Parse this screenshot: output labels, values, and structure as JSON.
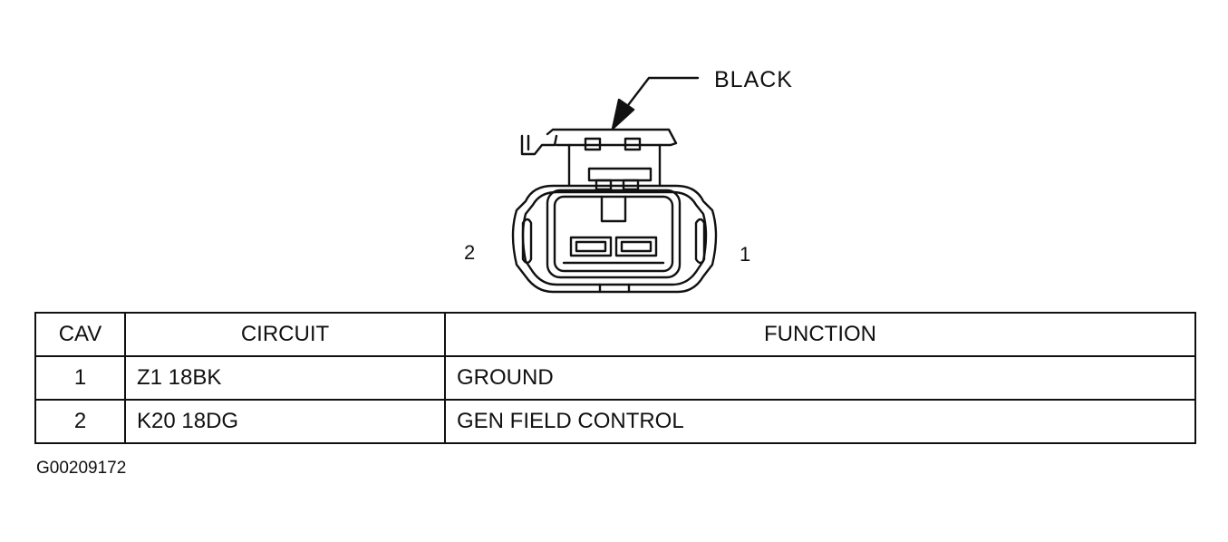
{
  "connector": {
    "color_label": "BLACK",
    "pin_left": "2",
    "pin_right": "1"
  },
  "table": {
    "headers": {
      "cav": "CAV",
      "circuit": "CIRCUIT",
      "function": "FUNCTION"
    },
    "rows": [
      {
        "cav": "1",
        "circuit": "Z1 18BK",
        "function": "GROUND"
      },
      {
        "cav": "2",
        "circuit": "K20 18DG",
        "function": "GEN FIELD CONTROL"
      }
    ]
  },
  "figure_id": "G00209172"
}
